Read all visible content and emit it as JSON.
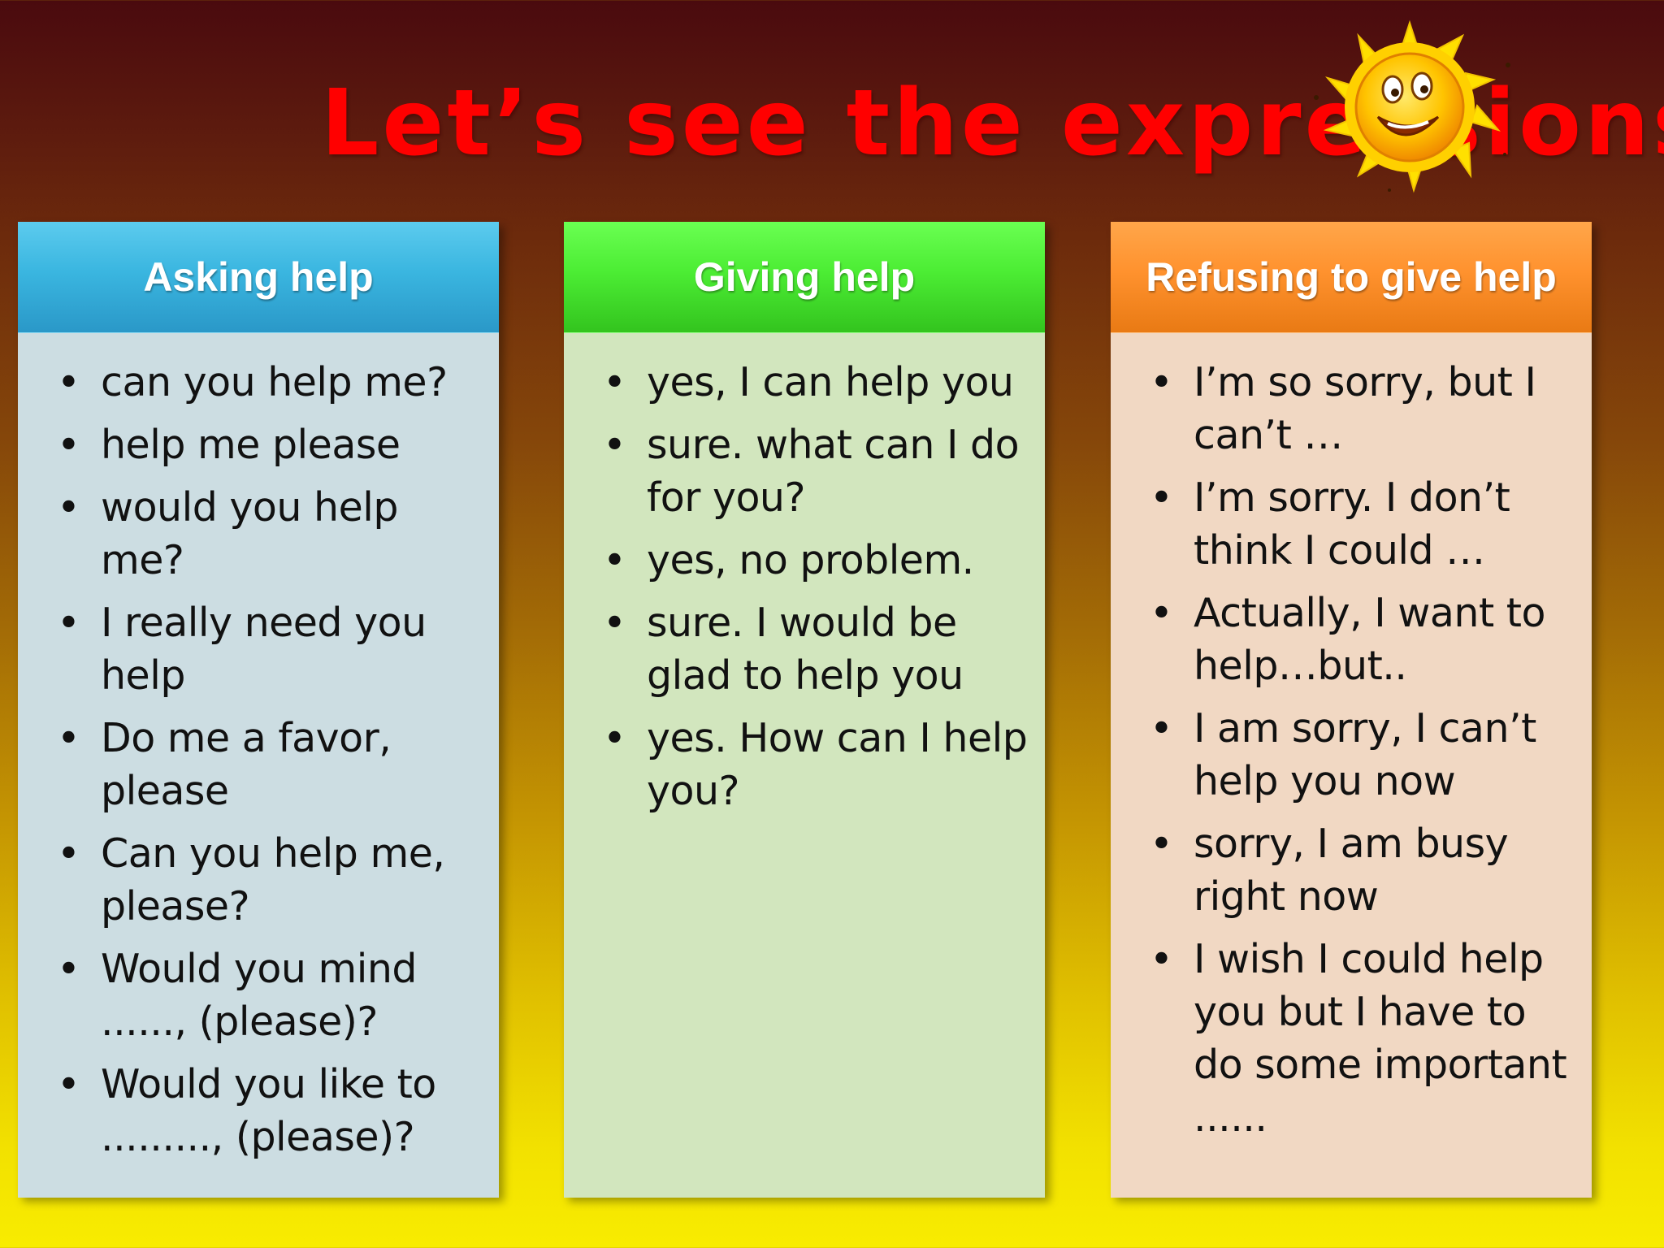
{
  "slide": {
    "title": "Let’s see the expressions"
  },
  "columns": [
    {
      "header": "Asking help",
      "items": [
        "can you help me?",
        "help me please",
        "would you help me?",
        "I really need you help",
        "Do me a favor, please",
        "Can you help me, please?",
        "Would you mind ......, (please)?",
        "Would you like to ........., (please)?"
      ]
    },
    {
      "header": "Giving help",
      "items": [
        "yes, I can help you",
        "sure. what can I do for you?",
        "yes, no problem.",
        "sure. I would be glad to help you",
        "yes. How can I help you?"
      ]
    },
    {
      "header": "Refusing to give help",
      "items": [
        "I’m so sorry, but I can’t …",
        "I’m sorry. I don’t think I could …",
        "Actually, I want to help…but..",
        "I am sorry, I can’t help you now",
        "sorry, I am busy right now",
        "I wish I could help you but I have to do some important ......"
      ]
    }
  ],
  "colors": {
    "title": "#ff0000",
    "asking_header": "#3ab6e0",
    "giving_header": "#4ced34",
    "refusing_header": "#ff922e",
    "asking_body": "#ccdde2",
    "giving_body": "#d2e6be",
    "refusing_body": "#f1d8c3"
  },
  "icons": {
    "decoration": "smiling-sun-icon"
  }
}
